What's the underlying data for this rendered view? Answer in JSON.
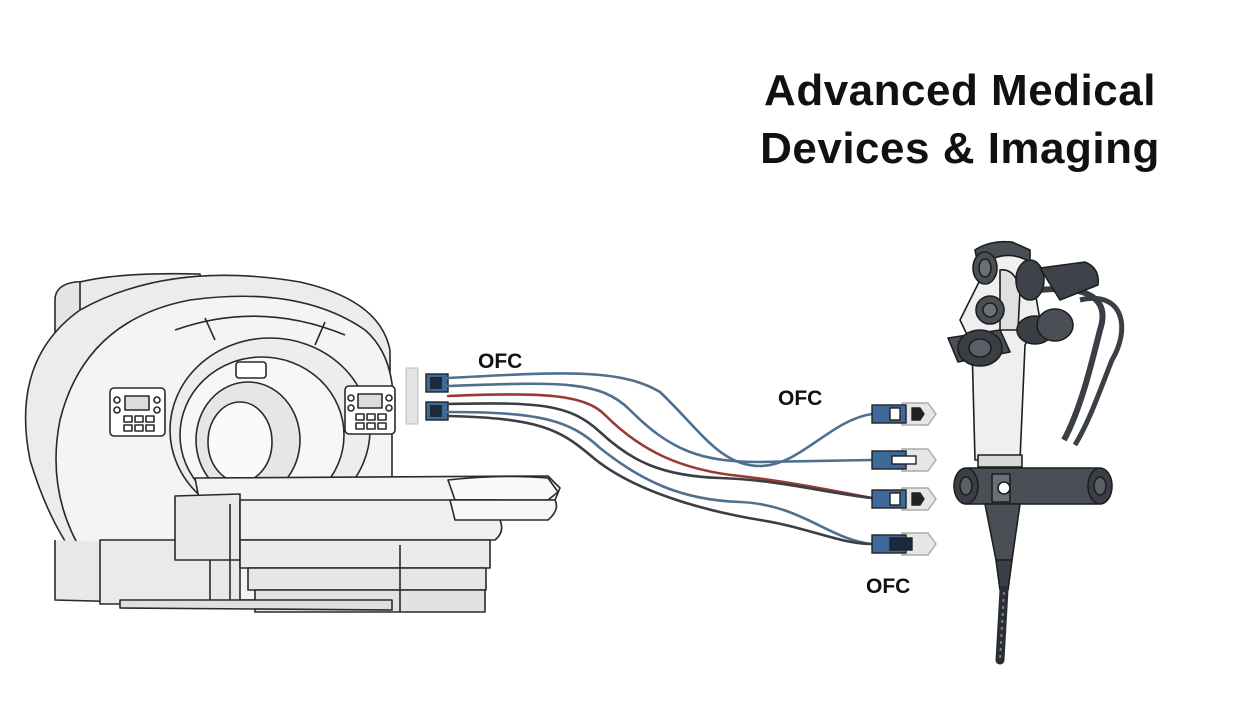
{
  "title": {
    "line1": "Advanced Medical",
    "line2": "Devices & Imaging"
  },
  "labels": {
    "ofc_left": "OFC",
    "ofc_mid": "OFC",
    "ofc_bottom": "OFC"
  },
  "colors": {
    "cable_blue": "#4f6f8f",
    "cable_red": "#9a3a34",
    "cable_dark": "#3a3f45",
    "connector_blue": "#3e6a9a",
    "scanner_fill": "#efefef",
    "outline": "#2a2a2a"
  },
  "icons": [
    "mri-scanner-icon",
    "endoscope-icon",
    "fiber-connector-icon"
  ]
}
